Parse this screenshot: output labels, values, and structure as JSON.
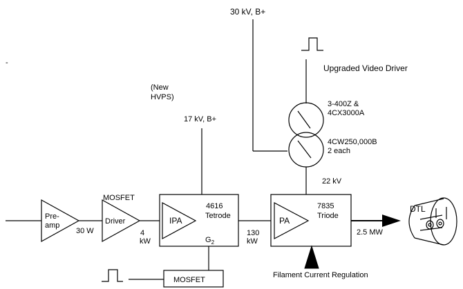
{
  "labels": {
    "supply_30kv": "30 kV, B+",
    "upgraded_video_driver": "Upgraded Video Driver",
    "tube_3400z_line1": "3-400Z &",
    "tube_3400z_line2": "4CX3000A",
    "tube_4cw_line1": "4CW250,000B",
    "tube_4cw_line2": "2 each",
    "new_hvps_line1": "(New",
    "new_hvps_line2": "HVPS)",
    "supply_17kv": "17 kV, B+",
    "voltage_22kv": "22 kV",
    "mosfet_top": "MOSFET",
    "preamp_line1": "Pre-",
    "preamp_line2": "amp",
    "power_30w": "30 W",
    "driver": "Driver",
    "power_4kw_line1": "4",
    "power_4kw_line2": "kW",
    "ipa": "IPA",
    "tetrode_line1": "4616",
    "tetrode_line2": "Tetrode",
    "grid_g": "G",
    "grid_sub": "2",
    "power_130kw_line1": "130",
    "power_130kw_line2": "kW",
    "pa": "PA",
    "triode_line1": "7835",
    "triode_line2": "Triode",
    "power_25mw": "2.5 MW",
    "dtl": "DTL",
    "mosfet_bottom": "MOSFET",
    "filament": "Filament Current Regulation",
    "dash": "-"
  }
}
